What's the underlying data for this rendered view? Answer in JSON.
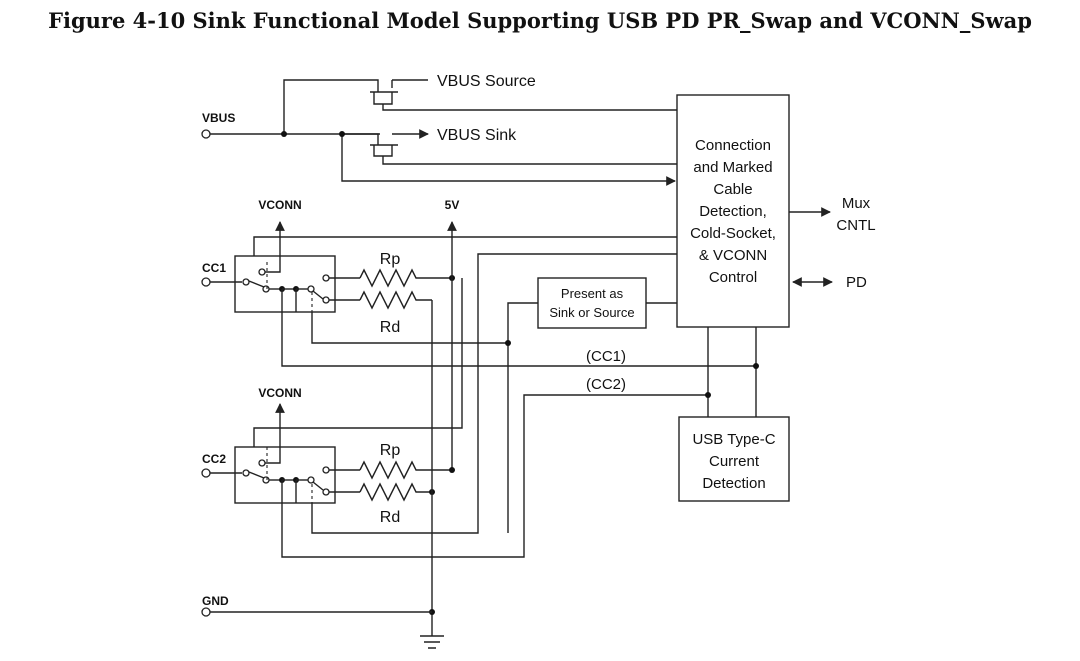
{
  "figure_title": "Figure 4-10  Sink Functional Model Supporting USB PD PR_Swap and VCONN_Swap",
  "pins": {
    "vbus": "VBUS",
    "cc1": "CC1",
    "cc2": "CC2",
    "gnd": "GND",
    "vconn": "VCONN",
    "five_v": "5V"
  },
  "labels": {
    "vbus_source": "VBUS Source",
    "vbus_sink": "VBUS Sink",
    "mux": [
      "Mux",
      "CNTL"
    ],
    "pd": "PD",
    "rp": "Rp",
    "rd": "Rd",
    "cc1_net": "(CC1)",
    "cc2_net": "(CC2)"
  },
  "blocks": {
    "control": [
      "Connection",
      "and Marked",
      "Cable",
      "Detection,",
      "Cold-Socket,",
      "& VCONN",
      "Control"
    ],
    "present": [
      "Present as",
      "Sink or Source"
    ],
    "current": [
      "USB Type-C",
      "Current",
      "Detection"
    ]
  }
}
